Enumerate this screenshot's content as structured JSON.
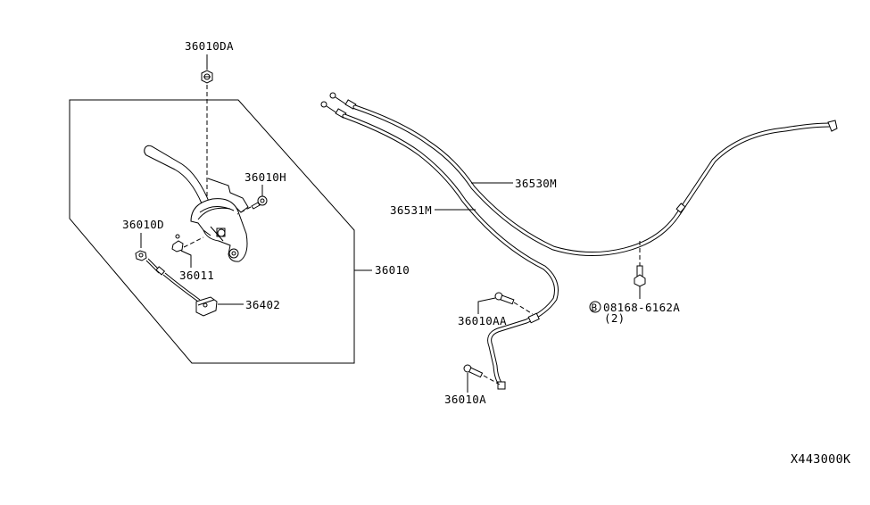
{
  "diagram": {
    "code": "X443000K",
    "assembly_label": "36010",
    "parts": [
      {
        "id": "nut-36010da",
        "label": "36010DA"
      },
      {
        "id": "bolt-36010h",
        "label": "36010H"
      },
      {
        "id": "nut-36010d",
        "label": "36010D"
      },
      {
        "id": "clip-36011",
        "label": "36011"
      },
      {
        "id": "switch-36402",
        "label": "36402"
      },
      {
        "id": "cable-36530m",
        "label": "36530M"
      },
      {
        "id": "cable-36531m",
        "label": "36531M"
      },
      {
        "id": "bolt-36010aa",
        "label": "36010AA"
      },
      {
        "id": "bolt-36010a",
        "label": "36010A"
      },
      {
        "id": "bolt-08168",
        "label": "08168-6162A",
        "qty": "(2)",
        "prefix_symbol": "B"
      }
    ]
  }
}
